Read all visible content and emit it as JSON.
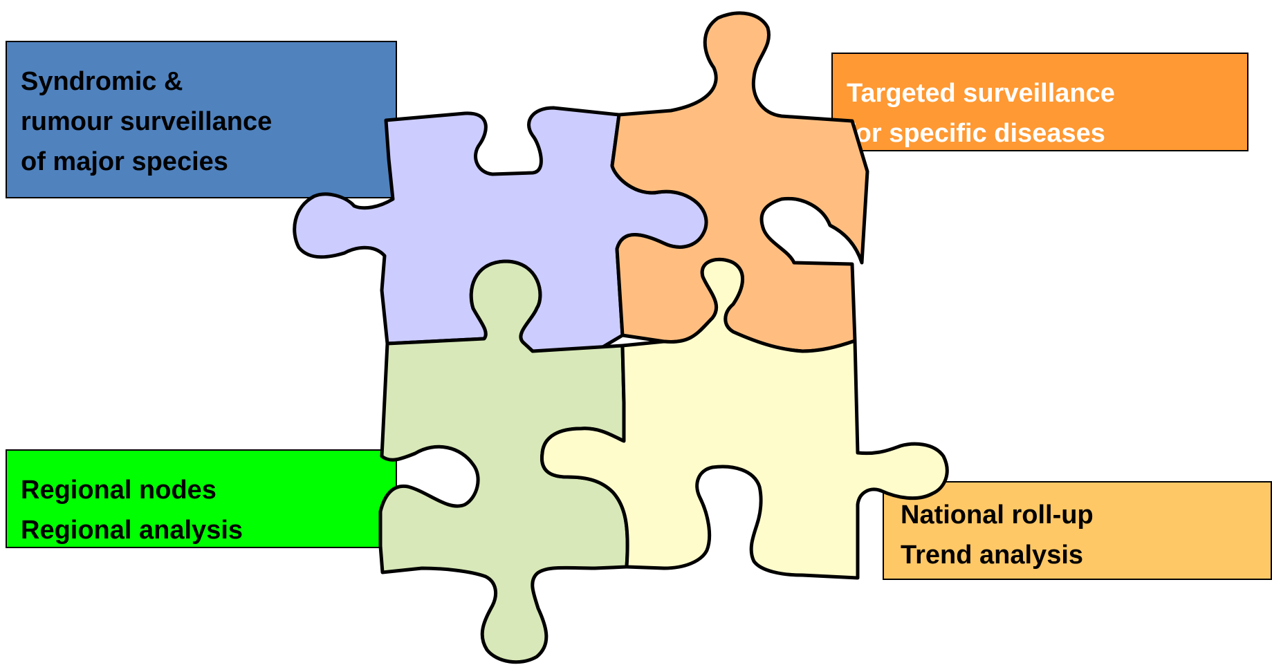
{
  "colors": {
    "syndromic_box": "#5082BE",
    "targeted_box": "#FF9933",
    "regional_box": "#00FF00",
    "national_box": "#FFC866",
    "piece_top_left": "#CCCCFF",
    "piece_top_right": "#FFBE80",
    "piece_bottom_left": "#D8E8B8",
    "piece_bottom_right": "#FFFCCC",
    "outline": "#000000"
  },
  "boxes": {
    "syndromic": {
      "lines": [
        "Syndromic &",
        "rumour surveillance",
        "of major species"
      ],
      "text_color": "#000000"
    },
    "targeted": {
      "lines": [
        "Targeted surveillance",
        "for specific diseases"
      ],
      "text_color": "#FFFFFF"
    },
    "regional": {
      "lines": [
        "Regional nodes",
        "Regional analysis"
      ],
      "text_color": "#000000"
    },
    "national": {
      "lines": [
        "National roll-up",
        "Trend analysis"
      ],
      "text_color": "#000000"
    }
  }
}
